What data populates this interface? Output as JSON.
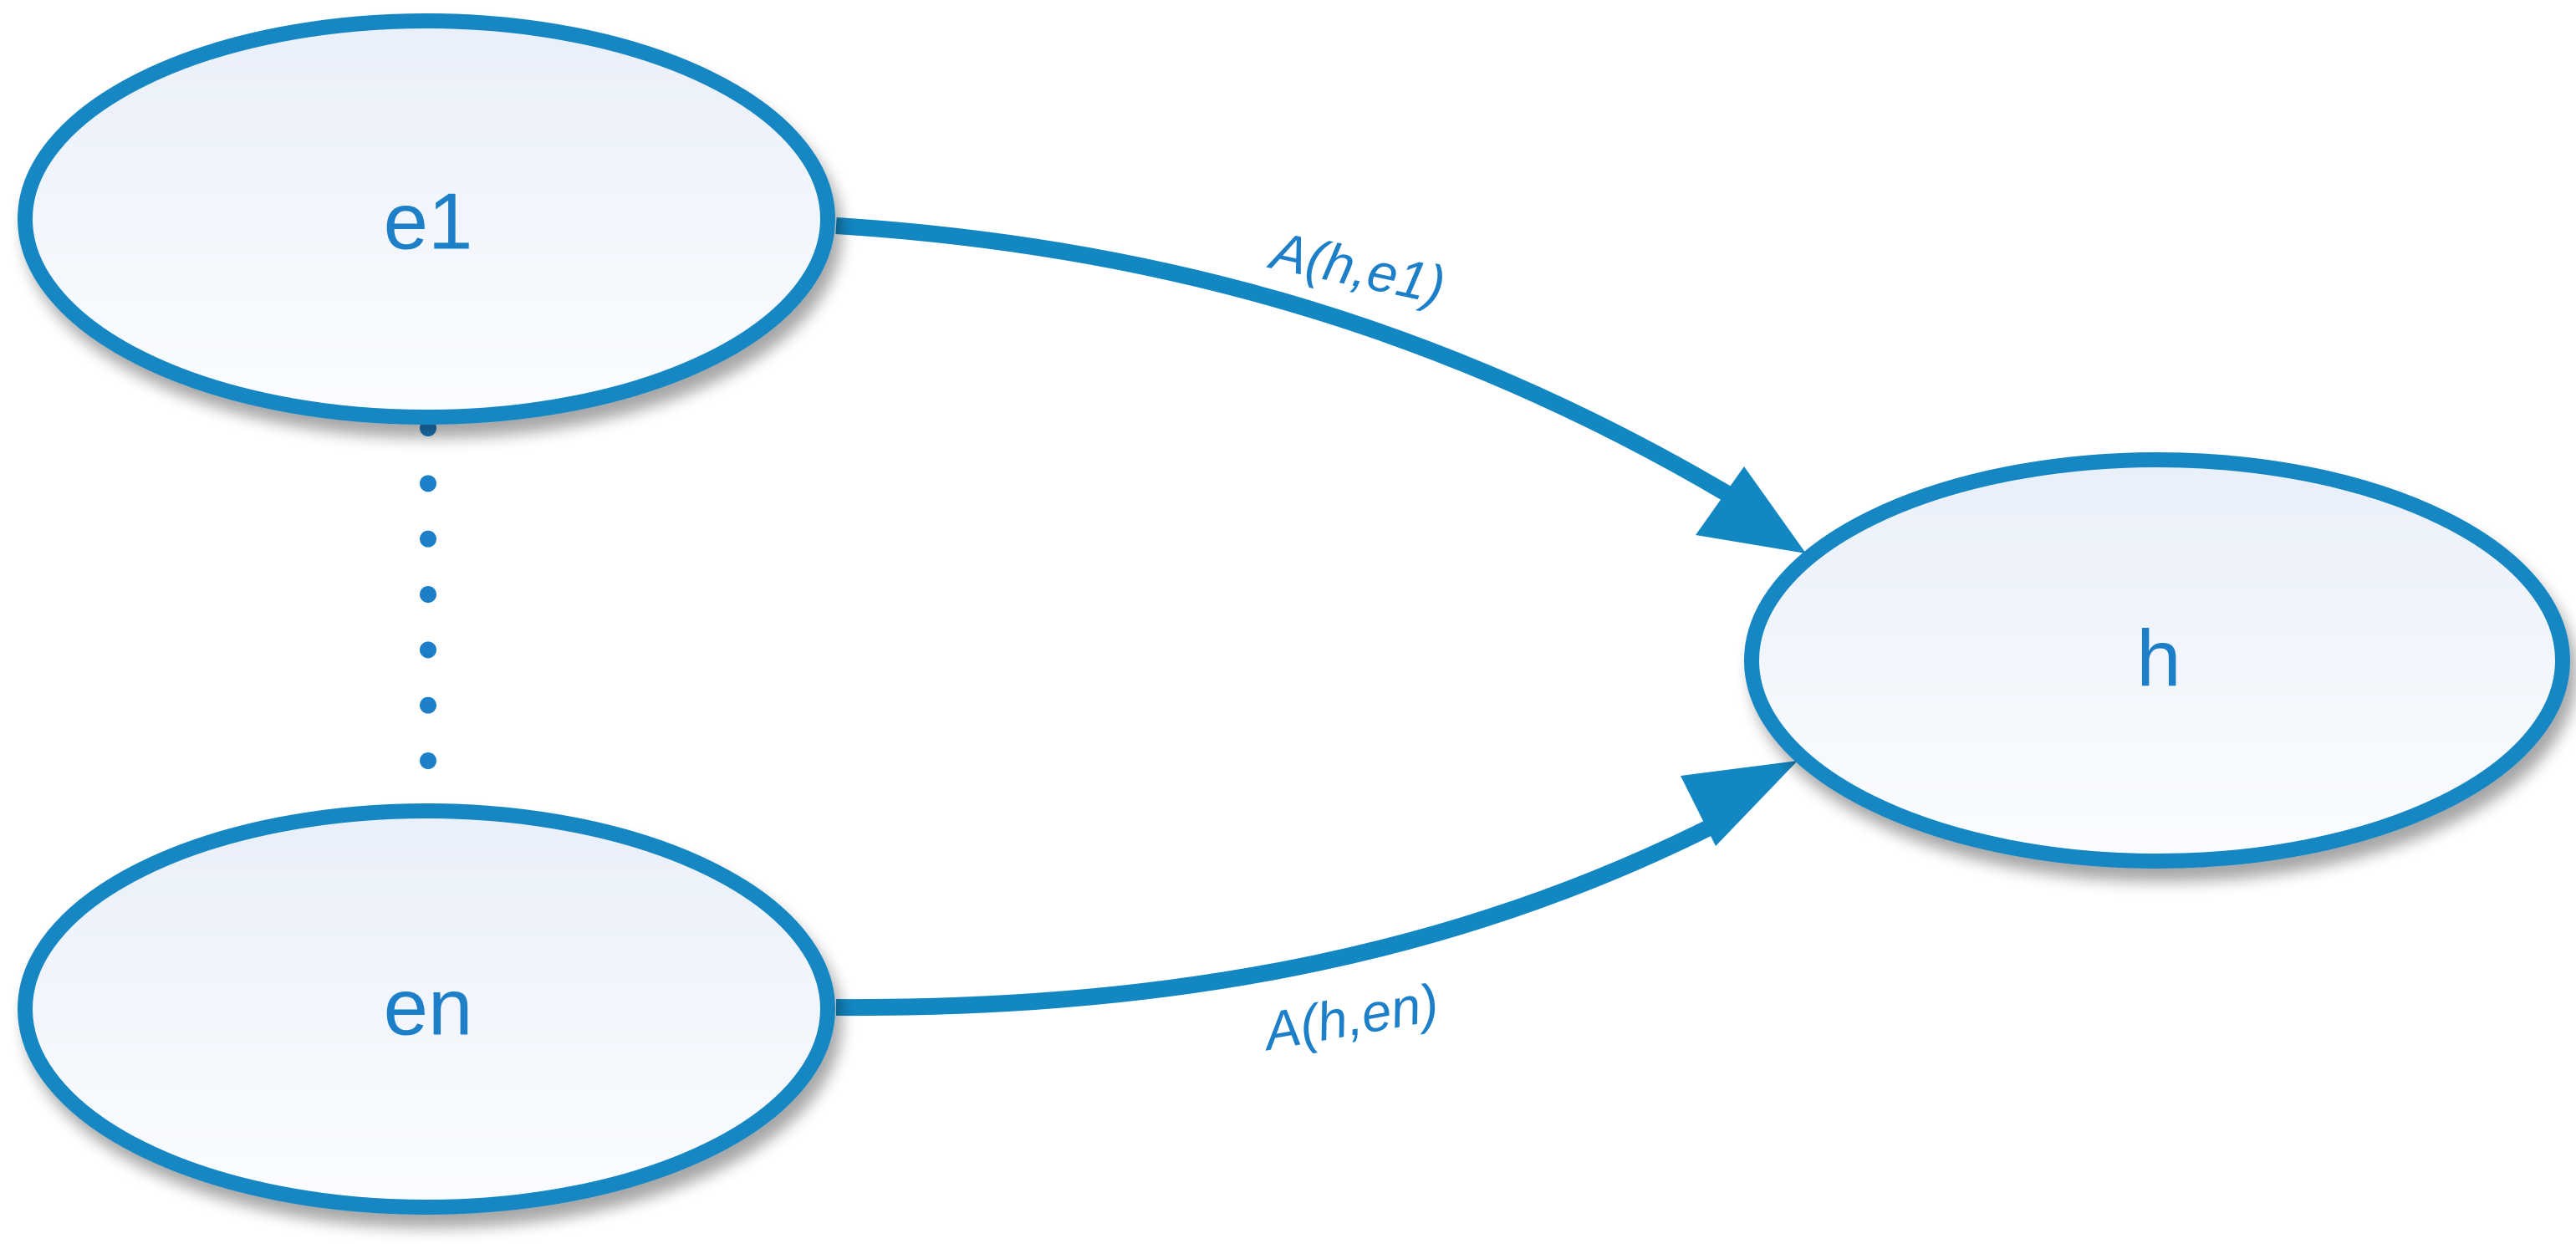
{
  "diagram": {
    "nodes": {
      "e1": {
        "label": "e1"
      },
      "en": {
        "label": "en"
      },
      "h": {
        "label": "h"
      }
    },
    "edges": {
      "e1_to_h": {
        "label": "A(h,e1)",
        "from": "e1",
        "to": "h"
      },
      "en_to_h": {
        "label": "A(h,en)",
        "from": "en",
        "to": "h"
      }
    },
    "ellipsis_dots": 7
  },
  "colors": {
    "stroke": "#1387c2",
    "node_fill_top": "#e9eff9",
    "node_fill_bottom": "#fbfdff",
    "text": "#1c7fc7",
    "shadow": "#b9b9b9"
  }
}
